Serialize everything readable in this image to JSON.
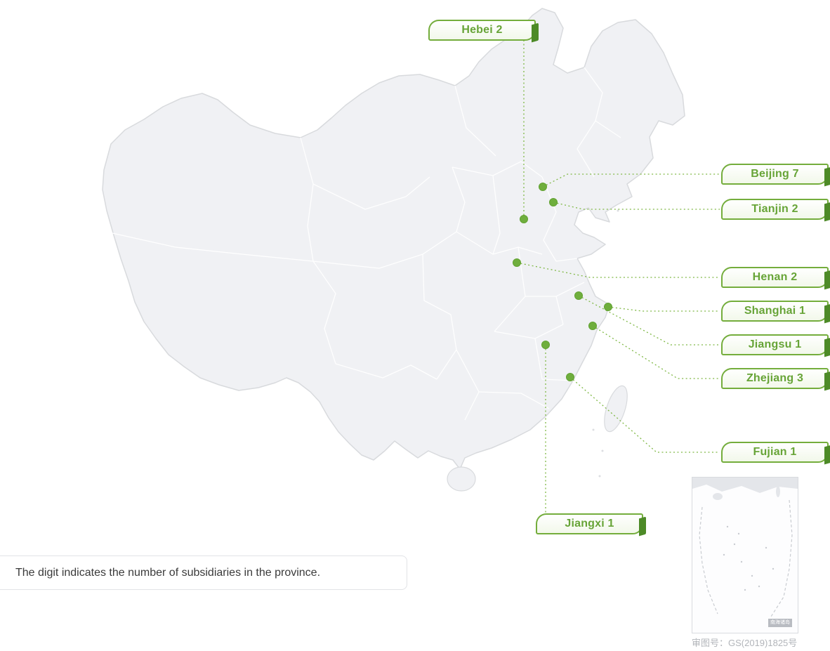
{
  "theme": {
    "accent": "#74ad3c",
    "accent_dark": "#4d8a27",
    "label_text_color": "#67a437",
    "map_fill": "#f0f1f4",
    "map_outline": "#d8dadd"
  },
  "note": {
    "text": "The digit indicates the number of subsidiaries in the province."
  },
  "attribution": {
    "text": "审图号：GS(2019)1825号"
  },
  "inset": {
    "label": "南海诸岛"
  },
  "provinces": [
    {
      "name": "Hebei",
      "count": 2,
      "label": "Hebei 2"
    },
    {
      "name": "Beijing",
      "count": 7,
      "label": "Beijing 7"
    },
    {
      "name": "Tianjin",
      "count": 2,
      "label": "Tianjin 2"
    },
    {
      "name": "Henan",
      "count": 2,
      "label": "Henan 2"
    },
    {
      "name": "Shanghai",
      "count": 1,
      "label": "Shanghai 1"
    },
    {
      "name": "Jiangsu",
      "count": 1,
      "label": "Jiangsu 1"
    },
    {
      "name": "Zhejiang",
      "count": 3,
      "label": "Zhejiang 3"
    },
    {
      "name": "Fujian",
      "count": 1,
      "label": "Fujian 1"
    },
    {
      "name": "Jiangxi",
      "count": 1,
      "label": "Jiangxi 1"
    }
  ]
}
